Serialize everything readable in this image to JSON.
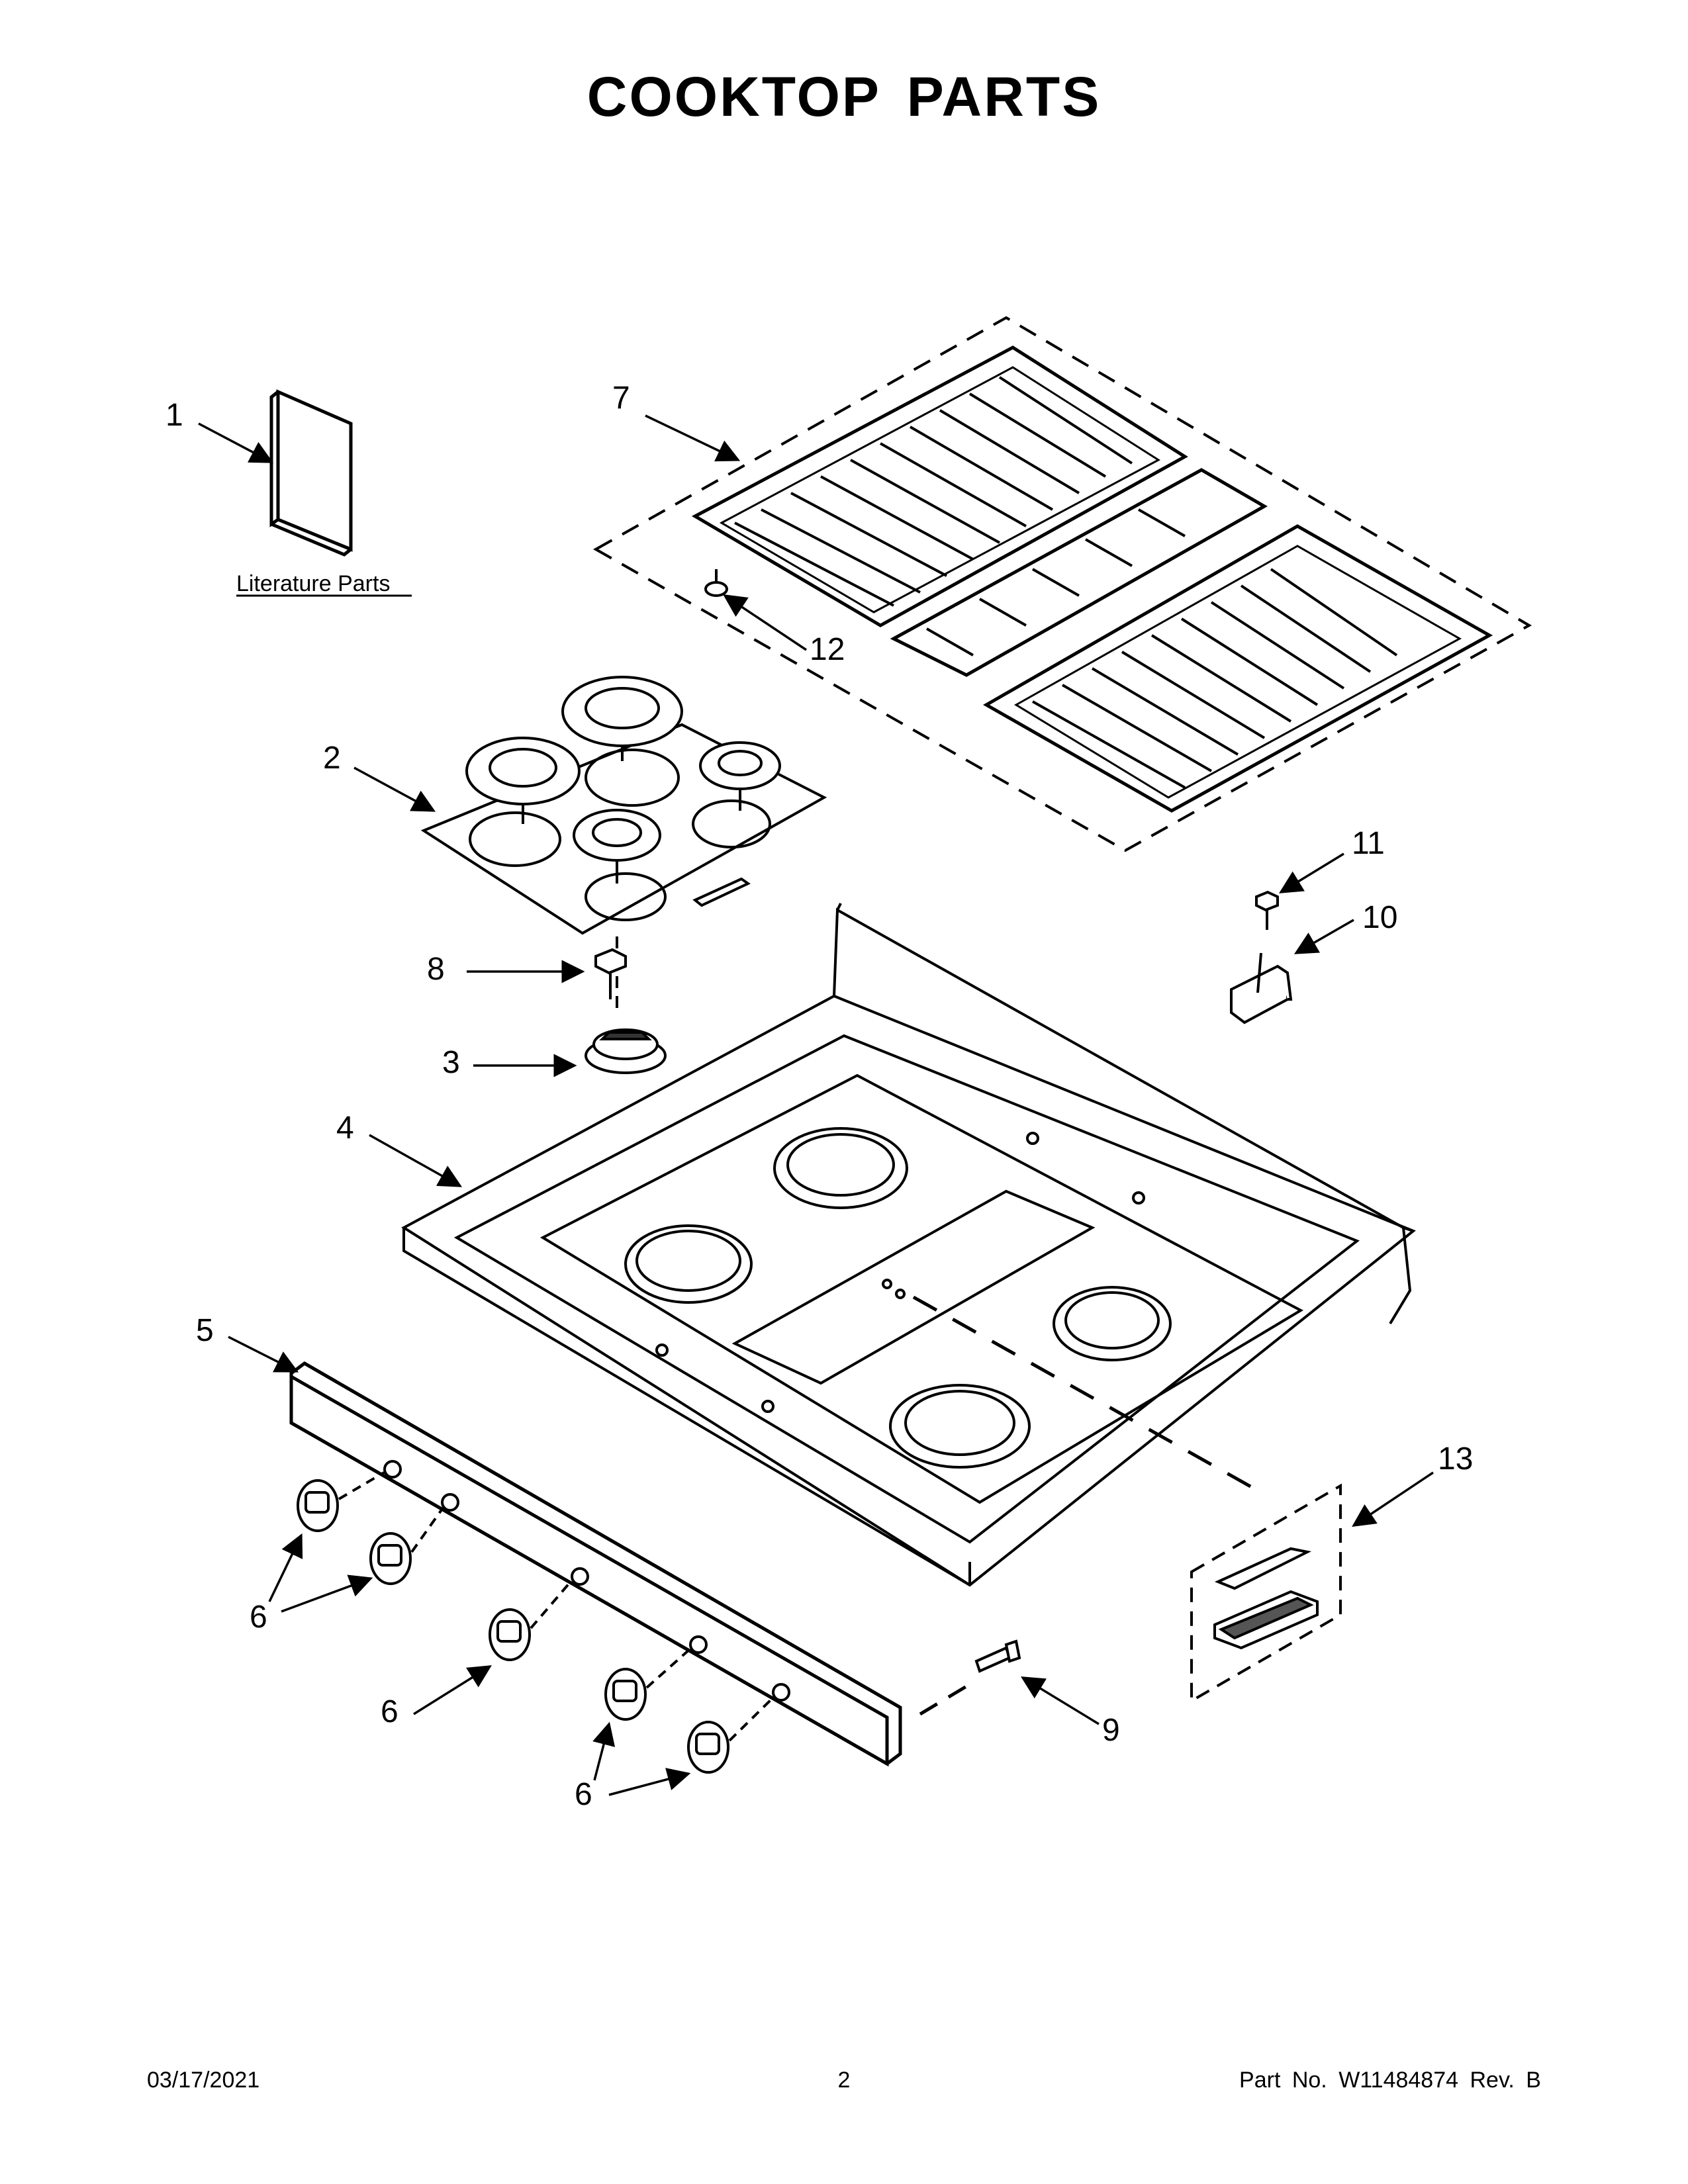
{
  "title": "COOKTOP PARTS",
  "literature_label": "Literature Parts",
  "callouts": {
    "c1": "1",
    "c2": "2",
    "c3": "3",
    "c4": "4",
    "c5": "5",
    "c6a": "6",
    "c6b": "6",
    "c6c": "6",
    "c7": "7",
    "c8": "8",
    "c9": "9",
    "c10": "10",
    "c11": "11",
    "c12": "12",
    "c13": "13"
  },
  "footer": {
    "date": "03/17/2021",
    "page": "2",
    "part_no": "Part No.  W11484874  Rev.  B"
  }
}
